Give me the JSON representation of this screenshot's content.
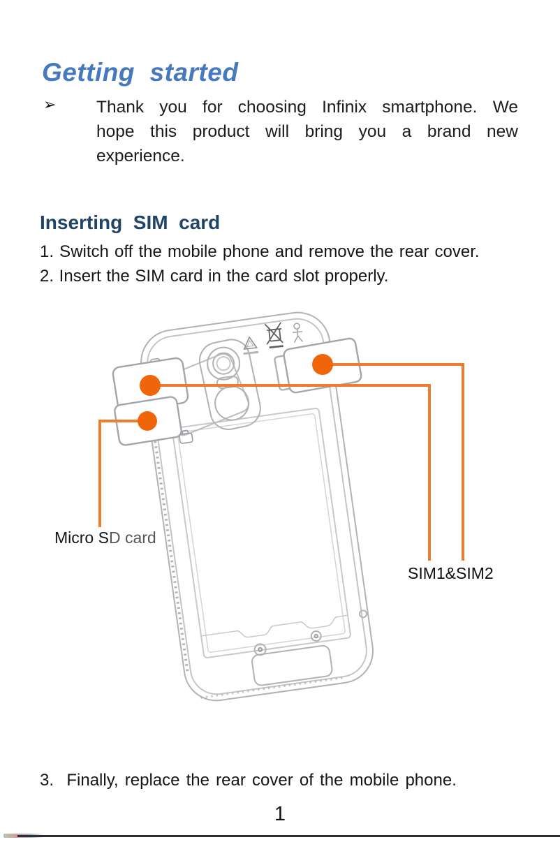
{
  "document": {
    "title": "Getting  started",
    "intro": {
      "bullet_char": "➢",
      "lines": [
        "Thank you for choosing Infinix smartphone. We",
        "hope this product will bring you a brand new",
        "experience."
      ]
    },
    "section": {
      "heading": "Inserting  SIM  card",
      "step1": "1. Switch off the mobile phone and remove the rear cover.",
      "step2": "2. Insert the SIM card in the card slot properly.",
      "step3": "3.  Finally, replace the rear cover of the mobile phone."
    },
    "diagram": {
      "labels": {
        "micro_sd_dark_part": "Micro S",
        "micro_sd_gray_part": "D card",
        "sim_label": "SIM1&SIM2"
      },
      "icons": [
        "recycle-icon",
        "weee-crossed-bin-icon",
        "caution-person-icon",
        "camera-lens-icon"
      ],
      "colors": {
        "callout_orange": "#ED7D31",
        "dot_orange": "#F0650A",
        "phone_line_gray": "#B2B2B6",
        "title_blue": "#4779BE",
        "heading_navy": "#1F4468"
      }
    },
    "footer": {
      "page_number": "1"
    }
  }
}
